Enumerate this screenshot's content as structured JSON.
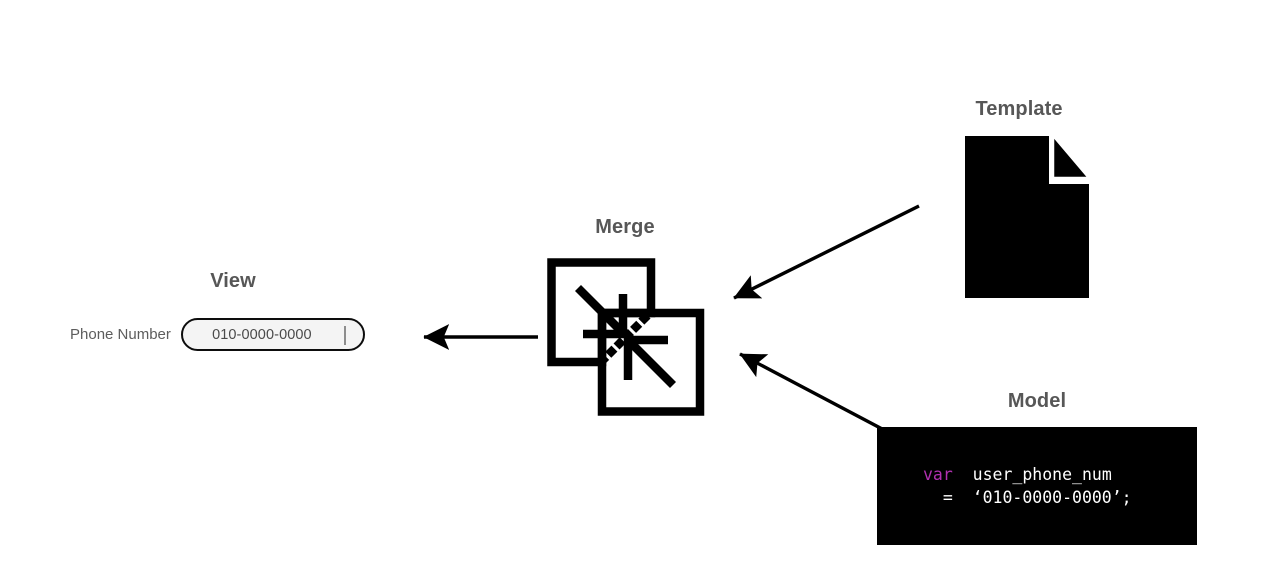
{
  "diagram": {
    "background_color": "#ffffff",
    "nodes": {
      "view": {
        "title": "View",
        "field_label": "Phone Number",
        "field_value": "010-0000-0000",
        "field_placeholder": "010-0000-0000",
        "caret_visible": "true",
        "border_color": "#0d0d0d",
        "fill_color": "#f4f4f4",
        "text_color": "#4a4a4a"
      },
      "merge": {
        "title": "Merge",
        "icon": "merge-squares-icon",
        "stroke_color": "#000000"
      },
      "template": {
        "title": "Template",
        "icon": "document-page-icon",
        "fill_color": "#000000"
      },
      "model": {
        "title": "Model",
        "icon": "code-block-icon",
        "background_color": "#000000",
        "code": {
          "line1_keyword": "var",
          "line1_rest": "  user_phone_num",
          "line2": "  =  ‘010-0000-0000’;",
          "keyword_color": "#b030b0",
          "text_color": "#ffffff"
        }
      }
    },
    "edges": [
      {
        "name": "merge-to-view",
        "from": "merge",
        "to": "view",
        "direction": "left"
      },
      {
        "name": "template-to-merge",
        "from": "template",
        "to": "merge",
        "direction": "down-left"
      },
      {
        "name": "model-to-merge",
        "from": "model",
        "to": "merge",
        "direction": "up-left"
      }
    ],
    "title_color": "#575757"
  }
}
